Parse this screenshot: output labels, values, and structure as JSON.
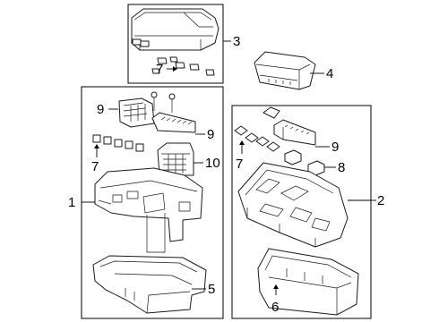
{
  "diagram": {
    "callouts": {
      "c1": "1",
      "c2": "2",
      "c3": "3",
      "c4": "4",
      "c5": "5",
      "c6": "6",
      "c7_top": "7",
      "c7_left": "7",
      "c7_right": "7",
      "c8": "8",
      "c9_left_top": "9",
      "c9_left_mid": "9",
      "c9_right": "9",
      "c10": "10"
    }
  }
}
